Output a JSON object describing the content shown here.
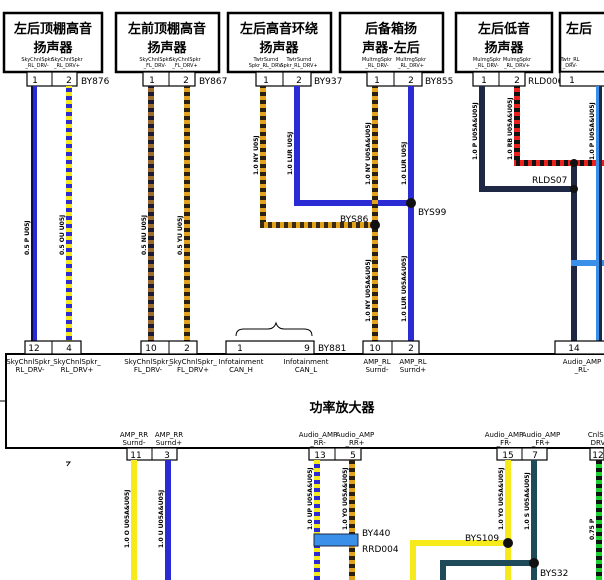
{
  "speakers": [
    {
      "title_line1": "左后顶棚高音",
      "title_line2": "扬声器",
      "pin_left": "1",
      "pin_right": "2",
      "sig_left_1": "SkyChnlSpkr",
      "sig_left_2": "_RL_DRV-",
      "sig_right_1": "SkyChnlSpkr",
      "sig_right_2": "_RL_DRV+",
      "connector": "BY876"
    },
    {
      "title_line1": "左前顶棚高音",
      "title_line2": "扬声器",
      "pin_left": "1",
      "pin_right": "2",
      "sig_left_1": "SkyChnlSpkr",
      "sig_left_2": "_FL_DRV-",
      "sig_right_1": "SkyChnlSpkr",
      "sig_right_2": "_FL_DRV+",
      "connector": "BY867"
    },
    {
      "title_line1": "左后高音环绕",
      "title_line2": "扬声器",
      "pin_left": "1",
      "pin_right": "2",
      "sig_left_1": "TwtrSurnd",
      "sig_left_2": "Spkr_RL_DRV-",
      "sig_right_1": "TwtrSurnd",
      "sig_right_2": "Spkr_RL_DRV+",
      "connector": "BY937"
    },
    {
      "title_line1": "后备箱扬",
      "title_line2": "声器-左后",
      "pin_left": "1",
      "pin_right": "2",
      "sig_left_1": "MultmgSpkr",
      "sig_left_2": "_RL_DRV-",
      "sig_right_1": "MultmgSpkr",
      "sig_right_2": "_RL_DRV+",
      "connector": "BY855"
    },
    {
      "title_line1": "左后低音",
      "title_line2": "扬声器",
      "pin_left": "1",
      "pin_right": "2",
      "sig_left_1": "MulmgSpkr",
      "sig_left_2": "_RL_DRV-",
      "sig_right_1": "MulmgSpkr",
      "sig_right_2": "_RL_DRV+",
      "connector": "RLD006"
    },
    {
      "title_line1": "左后",
      "title_line2": "",
      "pin_left": "1",
      "pin_right": "",
      "sig_left_1": "Twtr_RL",
      "sig_left_2": "_DRV-",
      "sig_right_1": "",
      "sig_right_2": "",
      "connector": ""
    }
  ],
  "wire_labels": {
    "w1": "0.5 P U05J",
    "w2": "0.5 OU U05J",
    "w3": "0.5 NU U05J",
    "w4": "0.5 YU U05J",
    "w5": "1.0 NY U05J",
    "w6": "1.0 LUR U05J",
    "w7": "1.0 LUR U05J",
    "w8": "1.0 NY U05A&U05J",
    "w9": "1.0 LUR U05A&U05J",
    "w10": "1.0 P U05A&U05J",
    "w11": "1.0 RB U05A&U05J",
    "w12": "1.0 P U05A&U05J",
    "w13": "1.0 O U05A&U05J",
    "w14": "1.0 U U05A&U05J",
    "w15": "1.0 UP U05A&U05J",
    "w16": "1.0 YO U05A&U05J",
    "w17": "1.0 YO U05A&U05J",
    "w18": "1.0 S U05A&U05J",
    "w19": "0.75 P"
  },
  "splices": {
    "bys86": "BYS86",
    "bys99": "BYS99",
    "rlds07": "RLDS07",
    "bys109": "BYS109",
    "bys32": "BYS32",
    "by440": "BY440",
    "rrd004": "RRD004"
  },
  "amp": {
    "title": "功率放大器",
    "connector_top": "BY881",
    "top_pins": [
      {
        "num": "12",
        "l1": "SkyChnlSpkr_",
        "l2": "RL_DRV-"
      },
      {
        "num": "4",
        "l1": "SkyChnlSpkr_",
        "l2": "RL_DRV+"
      },
      {
        "num": "10",
        "l1": "SkyChnlSpkr_",
        "l2": "FL_DRV-"
      },
      {
        "num": "2",
        "l1": "SkyChnlSpkr_",
        "l2": "FL_DRV+"
      },
      {
        "num": "1",
        "l1": "Infotainment",
        "l2": "CAN_H"
      },
      {
        "num": "9",
        "l1": "Infotainment",
        "l2": "CAN_L"
      },
      {
        "num": "10",
        "l1": "AMP_RL",
        "l2": "Surnd-"
      },
      {
        "num": "2",
        "l1": "AMP_RL",
        "l2": "Surnd+"
      },
      {
        "num": "14",
        "l1": "Audio_AMP",
        "l2": "_RL-"
      }
    ],
    "bottom_pins": [
      {
        "num": "11",
        "l1": "AMP_RR",
        "l2": "Surnd-"
      },
      {
        "num": "3",
        "l1": "AMP_RR",
        "l2": "Surnd+"
      },
      {
        "num": "13",
        "l1": "Audio_AMP",
        "l2": "_RR-"
      },
      {
        "num": "5",
        "l1": "Audio_AMP",
        "l2": "_RR+"
      },
      {
        "num": "15",
        "l1": "Audio_AMP",
        "l2": "_FR-"
      },
      {
        "num": "7",
        "l1": "Audio_AMP",
        "l2": "_FR+"
      },
      {
        "num": "12",
        "l1": "CnlSp",
        "l2": "DRV"
      }
    ]
  }
}
